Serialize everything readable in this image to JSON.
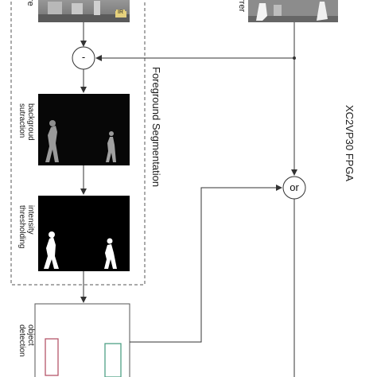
{
  "diagram": {
    "top_left_label_fragment": "re",
    "top_right_label_fragment": "rrer",
    "frame_badge": "IR",
    "subtract_operator": "-",
    "or_operator": "or",
    "group_title": "Foreground Segmentation",
    "fpga_label": "XC2VP30 FPGA",
    "stages": [
      {
        "id": "background_subtraction",
        "label_lines": [
          "backgroud",
          "sutraction"
        ]
      },
      {
        "id": "intensity_thresholding",
        "label_lines": [
          "intensity",
          "thresholding"
        ]
      },
      {
        "id": "object_detection",
        "label_lines": [
          "object",
          "detection"
        ]
      }
    ],
    "detection_box_colors": [
      "#b5566a",
      "#4fa085"
    ]
  }
}
